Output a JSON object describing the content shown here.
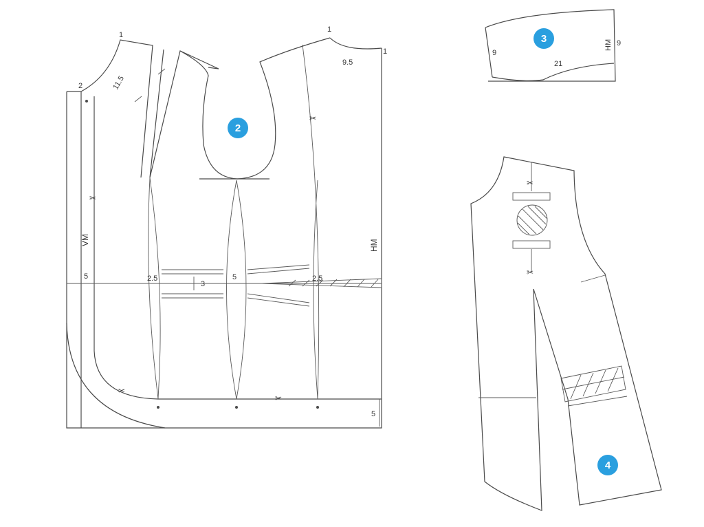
{
  "colors": {
    "badge": "#2a9fdf",
    "line": "#4a4a4a",
    "background": "#ffffff"
  },
  "badges": {
    "piece_2": "2",
    "piece_3": "3",
    "piece_4": "4"
  },
  "front_piece": {
    "neck_point_label": "1",
    "side_neck_label": "2",
    "neck_curve_label": "11.5",
    "vm_label": "VM",
    "extension_label": "5",
    "dart_1_label": "2.5",
    "welt_label": "3",
    "dart_2_label": "5",
    "dart_3_label": "2.5",
    "hem_label": "5"
  },
  "back_piece": {
    "neck_point_label": "1",
    "shoulder_label": "1",
    "neck_width_label": "9.5",
    "hm_label": "HM"
  },
  "collar_piece": {
    "height_label": "9",
    "length_label": "21",
    "hm_label": "HM",
    "end_label": "9"
  },
  "icons": {
    "scissors": "scissors-icon"
  }
}
